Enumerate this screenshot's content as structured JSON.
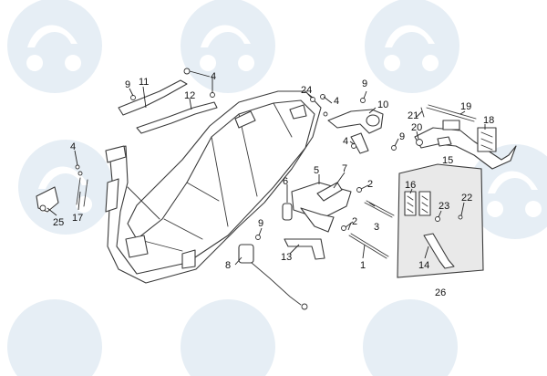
{
  "callouts": {
    "c1": "1",
    "c2a": "2",
    "c2b": "2",
    "c3": "3",
    "c4a": "4",
    "c4b": "4",
    "c4c": "4",
    "c4d": "4",
    "c5": "5",
    "c6": "6",
    "c7": "7",
    "c8": "8",
    "c9a": "9",
    "c9b": "9",
    "c9c": "9",
    "c9d": "9",
    "c10": "10",
    "c11": "11",
    "c12": "12",
    "c13": "13",
    "c14": "14",
    "c15": "15",
    "c16": "16",
    "c17": "17",
    "c18": "18",
    "c19": "19",
    "c20": "20",
    "c21": "21",
    "c22": "22",
    "c23": "23",
    "c24": "24",
    "c25": "25",
    "c26": "26"
  },
  "colors": {
    "watermark": "#e6eef5",
    "line": "#3a3a3a"
  },
  "icons": {
    "watermark": "scooter-logo-icon"
  }
}
